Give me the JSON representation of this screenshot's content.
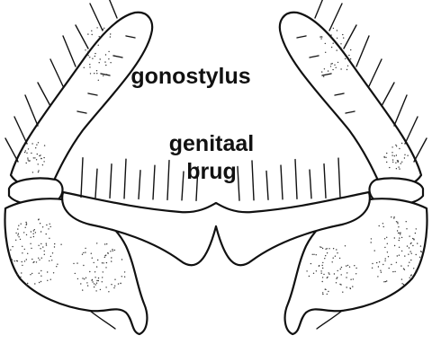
{
  "labels": {
    "gonostylus": "gonostylus",
    "bridge_line1": "genitaal",
    "bridge_line2": "brug"
  }
}
